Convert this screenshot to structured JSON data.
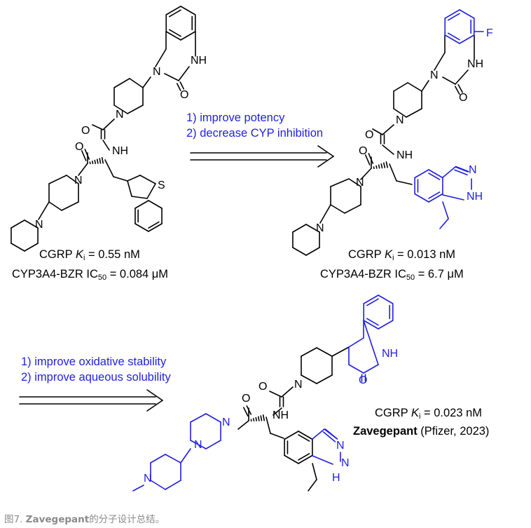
{
  "colors": {
    "bond": "#000000",
    "highlight": "#1f1fe0",
    "caption": "#8a8a8a"
  },
  "atoms": {
    "N": "N",
    "NH": "NH",
    "O": "O",
    "S": "S",
    "F": "F",
    "H": "H"
  },
  "compound1": {
    "cgrp_prefix": "CGRP ",
    "k": "K",
    "k_sub": "i",
    "cgrp_value": " = 0.55 nM",
    "cyp_prefix": "CYP3A4-BZR IC",
    "cyp_sub": "50",
    "cyp_value": " =  0.084 μM"
  },
  "arrow1": {
    "step1": "1) improve potency",
    "step2": "2) decrease CYP inhibition"
  },
  "compound2": {
    "cgrp_prefix": "CGRP ",
    "k": "K",
    "k_sub": "i",
    "cgrp_value": " = 0.013 nM",
    "cyp_prefix": "CYP3A4-BZR IC",
    "cyp_sub": "50",
    "cyp_value": " = 6.7 μM"
  },
  "arrow2": {
    "step1": "1) improve oxidative stability",
    "step2": "2) improve aqueous solubility"
  },
  "compound3": {
    "cgrp_prefix": "CGRP ",
    "k": "K",
    "k_sub": "i",
    "cgrp_value": " = 0.023 nM",
    "name": "Zavegepant",
    "source": " (Pfizer, 2023)"
  },
  "caption": {
    "figure_label": "图7. ",
    "drug": "Zavegepant",
    "rest": "的分子设计总结。"
  }
}
